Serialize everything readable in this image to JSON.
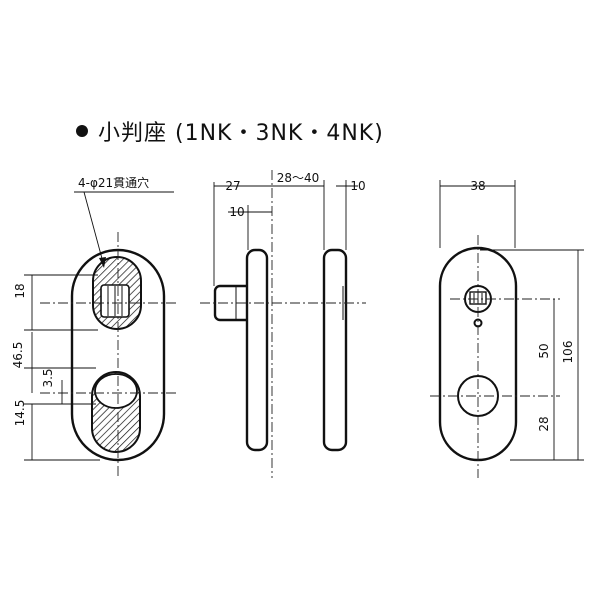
{
  "title": {
    "text": "小判座 (1NK・3NK・4NK)"
  },
  "labels": {
    "hole_note": "4-φ21貫通穴"
  },
  "dimensions": {
    "front": {
      "pitch": "18",
      "half_height": "46.5",
      "offset": "3.5",
      "bottom": "14.5"
    },
    "side": {
      "left_width": "27",
      "range": "28～40",
      "right_width": "10",
      "boss": "10"
    },
    "rear": {
      "width": "38",
      "bore_pitch": "50",
      "bottom": "28",
      "overall_height": "106"
    }
  }
}
